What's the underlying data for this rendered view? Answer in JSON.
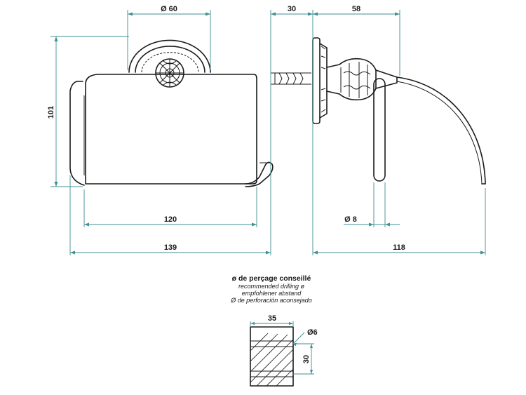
{
  "dimensions": {
    "rosette_diameter": "Ø 60",
    "front_height": "101",
    "roll_width": "120",
    "total_width": "139",
    "side_wall_depth": "30",
    "side_arm_depth": "58",
    "rod_diameter": "Ø 8",
    "side_total_depth": "118",
    "block_width": "35",
    "hole_diameter": "Ø6",
    "hole_spacing": "30"
  },
  "drilling_note": {
    "title": "ø de perçage conseillé",
    "line_en": "recommended drilling ø",
    "line_de": "empfohlener abstand",
    "line_es": "Ø de perforación aconsejado"
  }
}
